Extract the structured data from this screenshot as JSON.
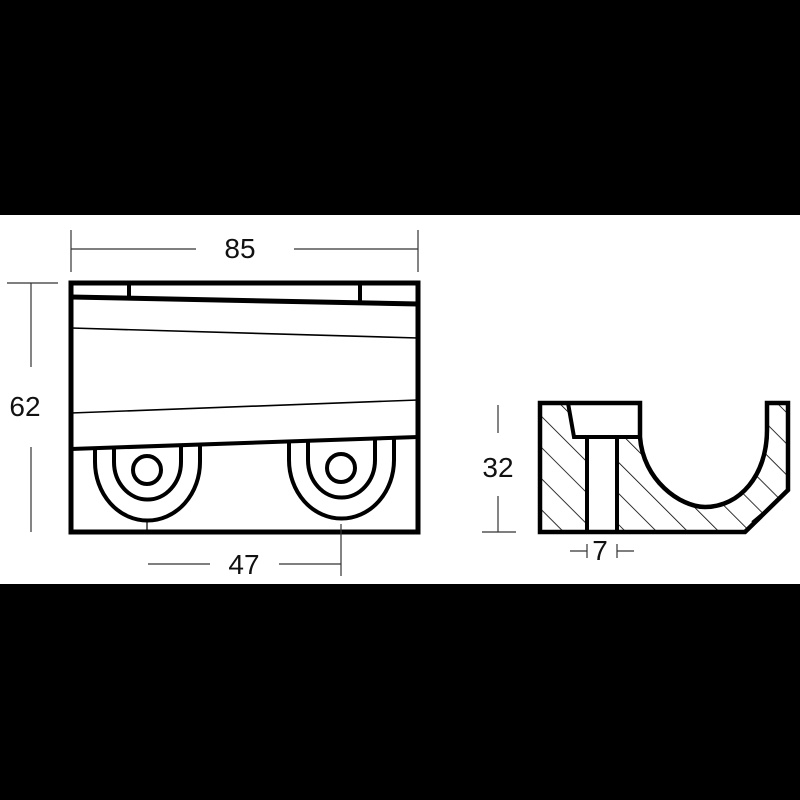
{
  "drawing": {
    "type": "technical-drawing",
    "subject": "anode block with mounting holes and U-clamp section",
    "colors": {
      "background_bars": "#000000",
      "paper": "#ffffff",
      "line": "#000000",
      "dimension_line": "#333333"
    },
    "front_view": {
      "dimensions": {
        "width": "85",
        "height": "62",
        "hole_spacing": "47"
      }
    },
    "section_view": {
      "dimensions": {
        "height": "32",
        "slot_width": "7"
      },
      "hatching": "diagonal"
    }
  }
}
